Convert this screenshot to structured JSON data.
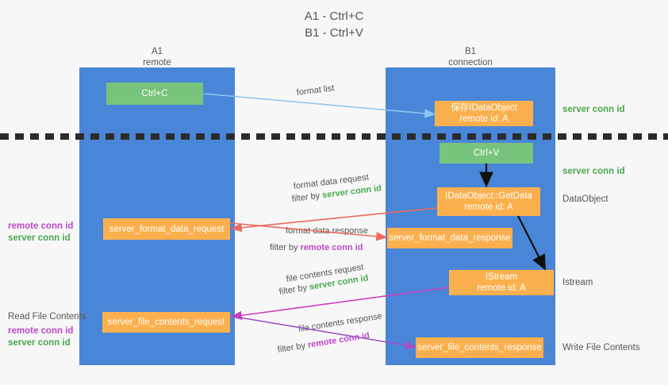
{
  "title": {
    "line1": "A1 - Ctrl+C",
    "line2": "B1 - Ctrl+V"
  },
  "columns": [
    {
      "name": "A1",
      "sub": "remote"
    },
    {
      "name": "B1",
      "sub": "connection"
    }
  ],
  "boxes": {
    "ctrl_c": {
      "line1": "Ctrl+C"
    },
    "save_idataobject": {
      "line1": "保存IDataObject",
      "line2": "remote id: A"
    },
    "ctrl_v": {
      "line1": "Ctrl+V"
    },
    "getdata": {
      "line1": "IDataObject::GetData",
      "line2": "remote id: A"
    },
    "server_format_data_request": {
      "line1": "server_format_data_request"
    },
    "server_format_data_response": {
      "line1": "server_format_data_response"
    },
    "istream": {
      "line1": "IStream",
      "line2": "remote id: A"
    },
    "server_file_contents_request": {
      "line1": "server_file_contents_request"
    },
    "server_file_contents_response": {
      "line1": "server_file_contents_response"
    }
  },
  "edges": {
    "format_list": "format list",
    "format_data_request": "format data request",
    "format_data_response": "format data response",
    "file_contents_request": "file contents request",
    "file_contents_response": "file contents response",
    "filter_by": "filter by",
    "server_conn_id": "server conn id",
    "remote_conn_id": "remote conn id"
  },
  "right_labels": {
    "server_conn_id_top": "server conn id",
    "server_conn_id_mid": "server conn id",
    "dataobject": "DataObject",
    "istream": "Istream",
    "write_file_contents": "Write File Contents"
  },
  "left_labels": {
    "remote_conn_id": "remote conn id",
    "server_conn_id": "server conn id",
    "read_file_contents": "Read File Contents"
  },
  "colors": {
    "lane": "#4a86d8",
    "green_box": "#78c47c",
    "orange_box": "#fbb04d",
    "conn_green": "#4aa84f",
    "conn_purple": "#bb49c9",
    "arrow_light_blue": "#8ec6f0",
    "arrow_red": "#ea6a5e",
    "arrow_magenta": "#cc3fc0",
    "arrow_purple": "#a24fc8",
    "arrow_black": "#1a1a1a"
  }
}
